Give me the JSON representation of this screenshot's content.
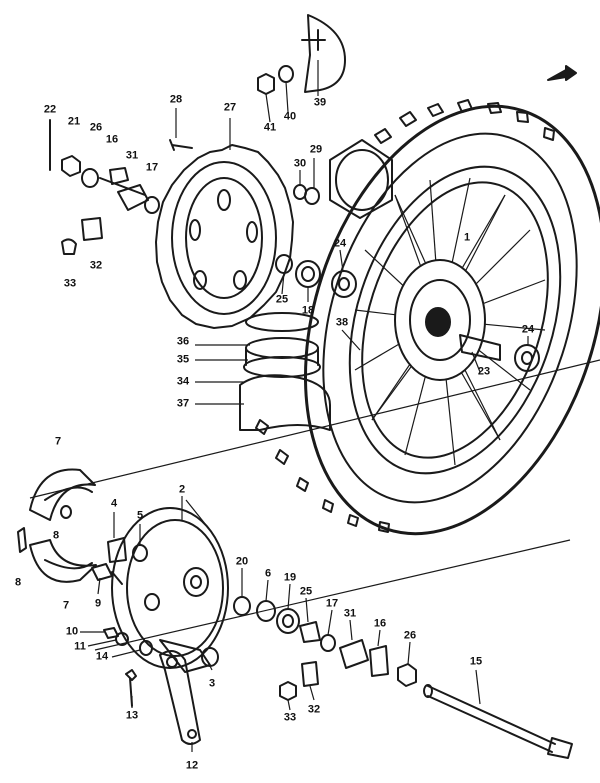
{
  "callouts": {
    "c1": "1",
    "c2": "2",
    "c3": "3",
    "c4": "4",
    "c5": "5",
    "c6": "6",
    "c7a": "7",
    "c7b": "7",
    "c8a": "8",
    "c8b": "8",
    "c9": "9",
    "c10": "10",
    "c11": "11",
    "c12": "12",
    "c13": "13",
    "c14": "14",
    "c15": "15",
    "c16a": "16",
    "c16b": "16",
    "c17a": "17",
    "c17b": "17",
    "c18": "18",
    "c19": "19",
    "c20": "20",
    "c21": "21",
    "c22": "22",
    "c23": "23",
    "c24a": "24",
    "c24b": "24",
    "c25a": "25",
    "c25b": "25",
    "c26a": "26",
    "c26b": "26",
    "c27": "27",
    "c28": "28",
    "c29": "29",
    "c30": "30",
    "c31a": "31",
    "c31b": "31",
    "c32a": "32",
    "c32b": "32",
    "c33a": "33",
    "c33b": "33",
    "c34": "34",
    "c35": "35",
    "c36": "36",
    "c37": "37",
    "c38": "38",
    "c39": "39",
    "c40": "40",
    "c41": "41"
  },
  "icons": {
    "front_arrow": "arrow-right-icon"
  },
  "colors": {
    "ink": "#1a1a1a",
    "paper": "#ffffff"
  }
}
